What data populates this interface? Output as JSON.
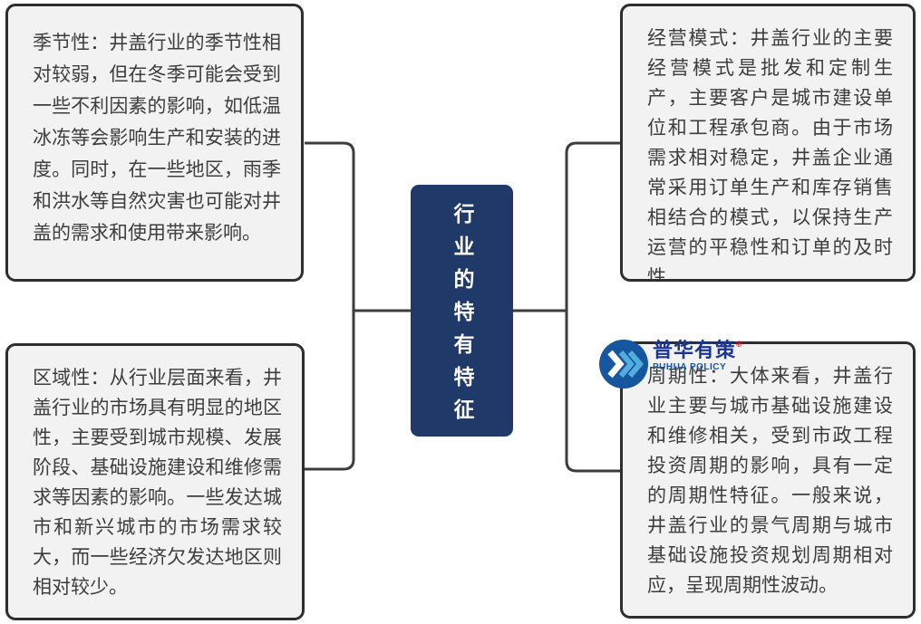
{
  "diagram": {
    "center": {
      "title": "行业的特有特征",
      "bg_color": "#1f3a69",
      "text_color": "#ffffff"
    },
    "boxes": [
      {
        "id": "seasonality",
        "text": "季节性：井盖行业的季节性相对较弱，但在冬季可能会受到一些不利因素的影响，如低温冰冻等会影响生产和安装的进度。同时，在一些地区，雨季和洪水等自然灾害也可能对井盖的需求和使用带来影响。"
      },
      {
        "id": "regionality",
        "text": "区域性：从行业层面来看，井盖行业的市场具有明显的地区性，主要受到城市规模、发展阶段、基础设施建设和维修需求等因素的影响。一些发达城市和新兴城市的市场需求较大，而一些经济欠发达地区则相对较少。"
      },
      {
        "id": "business-model",
        "text": "经营模式：井盖行业的主要经营模式是批发和定制生产，主要客户是城市建设单位和工程承包商。由于市场需求相对稳定，井盖企业通常采用订单生产和库存销售相结合的模式，以保持生产运营的平稳性和订单的及时性。"
      },
      {
        "id": "cyclicality",
        "text": "周期性：大体来看，井盖行业主要与城市基础设施建设和维修相关，受到市政工程投资周期的影响，具有一定的周期性特征。一般来说，井盖行业的景气周期与城市基础设施投资规划周期相对应，呈现周期性波动。"
      }
    ],
    "logo": {
      "name_cn": "普华有策",
      "reg_mark": "®",
      "name_en": "PUHUA POLICY",
      "circle_color": "#15569e",
      "chevron_color_1": "#ffffff",
      "chevron_color_2": "#53aede"
    },
    "colors": {
      "box_background": "#f2f2f2",
      "box_border": "#2e2e2e",
      "connector_line": "#3d3d3d",
      "body_text": "#3d3d3d",
      "canvas_background": "#ffffff"
    }
  }
}
